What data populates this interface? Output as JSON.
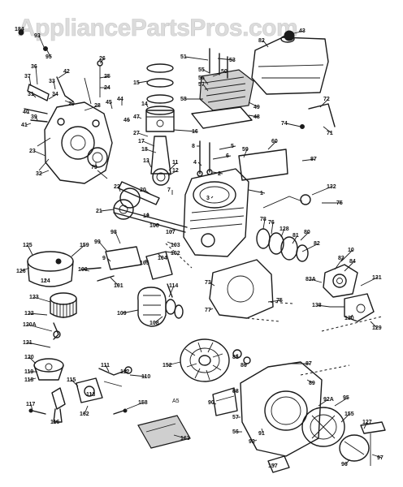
{
  "watermark": "AppliancePartsPros.com",
  "page_marker": "A5",
  "callouts": [
    {
      "id": "c184",
      "text": "184"
    },
    {
      "id": "c93",
      "text": "93"
    },
    {
      "id": "c95",
      "text": "95"
    },
    {
      "id": "c26",
      "text": "26"
    },
    {
      "id": "c51",
      "text": "51"
    },
    {
      "id": "c53",
      "text": "53"
    },
    {
      "id": "c82",
      "text": "82"
    },
    {
      "id": "c43top",
      "text": "43"
    },
    {
      "id": "c36",
      "text": "36"
    },
    {
      "id": "c42",
      "text": "42"
    },
    {
      "id": "c37",
      "text": "37"
    },
    {
      "id": "c25",
      "text": "25"
    },
    {
      "id": "c55",
      "text": "55"
    },
    {
      "id": "c50",
      "text": "50"
    },
    {
      "id": "c56",
      "text": "56"
    },
    {
      "id": "c57",
      "text": "57"
    },
    {
      "id": "c15",
      "text": "15"
    },
    {
      "id": "c33",
      "text": "33"
    },
    {
      "id": "c24",
      "text": "24"
    },
    {
      "id": "c58",
      "text": "58"
    },
    {
      "id": "c31",
      "text": "31"
    },
    {
      "id": "c34",
      "text": "34"
    },
    {
      "id": "c29",
      "text": "29"
    },
    {
      "id": "c28",
      "text": "28"
    },
    {
      "id": "c44",
      "text": "44"
    },
    {
      "id": "c45",
      "text": "45"
    },
    {
      "id": "c14",
      "text": "14"
    },
    {
      "id": "c49",
      "text": "49"
    },
    {
      "id": "c72",
      "text": "72"
    },
    {
      "id": "c40",
      "text": "40"
    },
    {
      "id": "c39",
      "text": "39"
    },
    {
      "id": "c47",
      "text": "47"
    },
    {
      "id": "c48",
      "text": "48"
    },
    {
      "id": "c41",
      "text": "41"
    },
    {
      "id": "c46",
      "text": "46"
    },
    {
      "id": "c74",
      "text": "74"
    },
    {
      "id": "c71",
      "text": "71"
    },
    {
      "id": "c16",
      "text": "16"
    },
    {
      "id": "c27",
      "text": "27"
    },
    {
      "id": "c17",
      "text": "17"
    },
    {
      "id": "c18",
      "text": "18"
    },
    {
      "id": "c60",
      "text": "60"
    },
    {
      "id": "c23",
      "text": "23"
    },
    {
      "id": "c8",
      "text": "8"
    },
    {
      "id": "c5",
      "text": "5"
    },
    {
      "id": "c59",
      "text": "59"
    },
    {
      "id": "c79",
      "text": "79"
    },
    {
      "id": "c6",
      "text": "6"
    },
    {
      "id": "c87",
      "text": "87"
    },
    {
      "id": "c32",
      "text": "32"
    },
    {
      "id": "c13",
      "text": "13"
    },
    {
      "id": "c11",
      "text": "11"
    },
    {
      "id": "c4",
      "text": "4"
    },
    {
      "id": "c12",
      "text": "12"
    },
    {
      "id": "c2",
      "text": "2"
    },
    {
      "id": "c132",
      "text": "132"
    },
    {
      "id": "c22",
      "text": "22"
    },
    {
      "id": "c1",
      "text": "1"
    },
    {
      "id": "c20",
      "text": "20"
    },
    {
      "id": "c7",
      "text": "7"
    },
    {
      "id": "c3",
      "text": "3"
    },
    {
      "id": "c75top",
      "text": "75"
    },
    {
      "id": "c21",
      "text": "21"
    },
    {
      "id": "c19",
      "text": "19"
    },
    {
      "id": "c106",
      "text": "106"
    },
    {
      "id": "c107",
      "text": "107"
    },
    {
      "id": "c78",
      "text": "78"
    },
    {
      "id": "c76",
      "text": "76"
    },
    {
      "id": "c128",
      "text": "128"
    },
    {
      "id": "c81",
      "text": "81"
    },
    {
      "id": "c80",
      "text": "80"
    },
    {
      "id": "c98",
      "text": "98"
    },
    {
      "id": "c99",
      "text": "99"
    },
    {
      "id": "c103",
      "text": "103"
    },
    {
      "id": "c102",
      "text": "102"
    },
    {
      "id": "c82b",
      "text": "82"
    },
    {
      "id": "c125",
      "text": "125"
    },
    {
      "id": "c159",
      "text": "159"
    },
    {
      "id": "c9",
      "text": "9"
    },
    {
      "id": "c104",
      "text": "104"
    },
    {
      "id": "c105",
      "text": "105"
    },
    {
      "id": "c10",
      "text": "10"
    },
    {
      "id": "c126",
      "text": "126"
    },
    {
      "id": "c100",
      "text": "100"
    },
    {
      "id": "c83",
      "text": "83"
    },
    {
      "id": "c84",
      "text": "84"
    },
    {
      "id": "c131",
      "text": "131"
    },
    {
      "id": "c124",
      "text": "124"
    },
    {
      "id": "c101",
      "text": "101"
    },
    {
      "id": "c73",
      "text": "73"
    },
    {
      "id": "c82a",
      "text": "82A"
    },
    {
      "id": "c114",
      "text": "114"
    },
    {
      "id": "c123",
      "text": "123"
    },
    {
      "id": "c75mid",
      "text": "75"
    },
    {
      "id": "c77",
      "text": "77"
    },
    {
      "id": "c138",
      "text": "138"
    },
    {
      "id": "c130",
      "text": "130"
    },
    {
      "id": "c122",
      "text": "122"
    },
    {
      "id": "c109",
      "text": "109"
    },
    {
      "id": "c108",
      "text": "108"
    },
    {
      "id": "c129",
      "text": "129"
    },
    {
      "id": "c120a",
      "text": "120A"
    },
    {
      "id": "c121",
      "text": "121"
    },
    {
      "id": "c85",
      "text": "85"
    },
    {
      "id": "c87b",
      "text": "87"
    },
    {
      "id": "c152",
      "text": "152"
    },
    {
      "id": "c86",
      "text": "86"
    },
    {
      "id": "c120",
      "text": "120"
    },
    {
      "id": "c111",
      "text": "111"
    },
    {
      "id": "c119",
      "text": "119"
    },
    {
      "id": "c118",
      "text": "118"
    },
    {
      "id": "c112",
      "text": "112"
    },
    {
      "id": "c110",
      "text": "110"
    },
    {
      "id": "c115",
      "text": "115"
    },
    {
      "id": "c88",
      "text": "88"
    },
    {
      "id": "c89",
      "text": "89"
    },
    {
      "id": "c92a",
      "text": "92A"
    },
    {
      "id": "c95b",
      "text": "95"
    },
    {
      "id": "c113",
      "text": "113"
    },
    {
      "id": "c90",
      "text": "90"
    },
    {
      "id": "c155",
      "text": "155"
    },
    {
      "id": "c117",
      "text": "117"
    },
    {
      "id": "c158",
      "text": "158"
    },
    {
      "id": "c162",
      "text": "162"
    },
    {
      "id": "c116",
      "text": "116"
    },
    {
      "id": "c57b",
      "text": "57"
    },
    {
      "id": "c91",
      "text": "91"
    },
    {
      "id": "c127",
      "text": "127"
    },
    {
      "id": "c163",
      "text": "163"
    },
    {
      "id": "c56b",
      "text": "56"
    },
    {
      "id": "c92",
      "text": "92"
    },
    {
      "id": "c157",
      "text": "157"
    },
    {
      "id": "c96",
      "text": "96"
    },
    {
      "id": "c97",
      "text": "97"
    }
  ]
}
